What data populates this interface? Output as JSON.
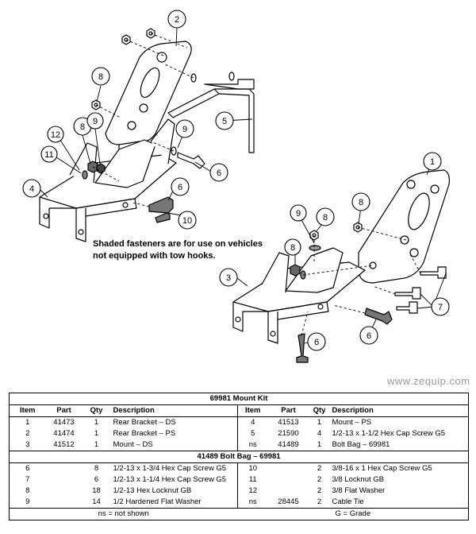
{
  "diagram": {
    "callouts": [
      "1",
      "2",
      "3",
      "4",
      "5",
      "6",
      "6",
      "6",
      "6",
      "7",
      "8",
      "8",
      "8",
      "8",
      "9",
      "9",
      "9",
      "10",
      "11",
      "12"
    ],
    "note_line1": "Shaded fasteners are for use on vehicles",
    "note_line2": "not equipped with tow hooks.",
    "watermark": "www.zequip.com"
  },
  "table": {
    "mount_kit_title": "69981  Mount Kit",
    "bolt_bag_title": "41489  Bolt Bag – 69981",
    "headers": {
      "item": "Item",
      "part": "Part",
      "qty": "Qty",
      "description": "Description"
    },
    "mount_rows": [
      {
        "l": [
          "1",
          "41473",
          "1",
          "Rear Bracket – DS"
        ],
        "r": [
          "4",
          "41513",
          "1",
          "Mount – PS"
        ]
      },
      {
        "l": [
          "2",
          "41474",
          "1",
          "Rear Bracket – PS"
        ],
        "r": [
          "5",
          "21590",
          "4",
          "1/2-13 x 1-1/2 Hex Cap Screw G5"
        ]
      },
      {
        "l": [
          "3",
          "41512",
          "1",
          "Mount – DS"
        ],
        "r": [
          "ns",
          "41489",
          "1",
          "Bolt Bag – 69981"
        ]
      }
    ],
    "bolt_rows": [
      {
        "l": [
          "6",
          "",
          "8",
          "1/2-13 x 1-3/4 Hex Cap Screw G5"
        ],
        "r": [
          "10",
          "",
          "2",
          "3/8-16 x 1 Hex Cap Screw G5"
        ]
      },
      {
        "l": [
          "7",
          "",
          "6",
          "1/2-13 x 1-1/4 Hex Cap Screw G5"
        ],
        "r": [
          "11",
          "",
          "2",
          "3/8 Locknut GB"
        ]
      },
      {
        "l": [
          "8",
          "",
          "18",
          "1/2-13 Hex Locknut GB"
        ],
        "r": [
          "12",
          "",
          "2",
          "3/8 Flat Washer"
        ]
      },
      {
        "l": [
          "9",
          "",
          "14",
          "1/2 Hardened Flat Washer"
        ],
        "r": [
          "ns",
          "28445",
          "2",
          "Cable Tie"
        ]
      }
    ],
    "footer_left": "ns = not shown",
    "footer_right": "G = Grade"
  }
}
